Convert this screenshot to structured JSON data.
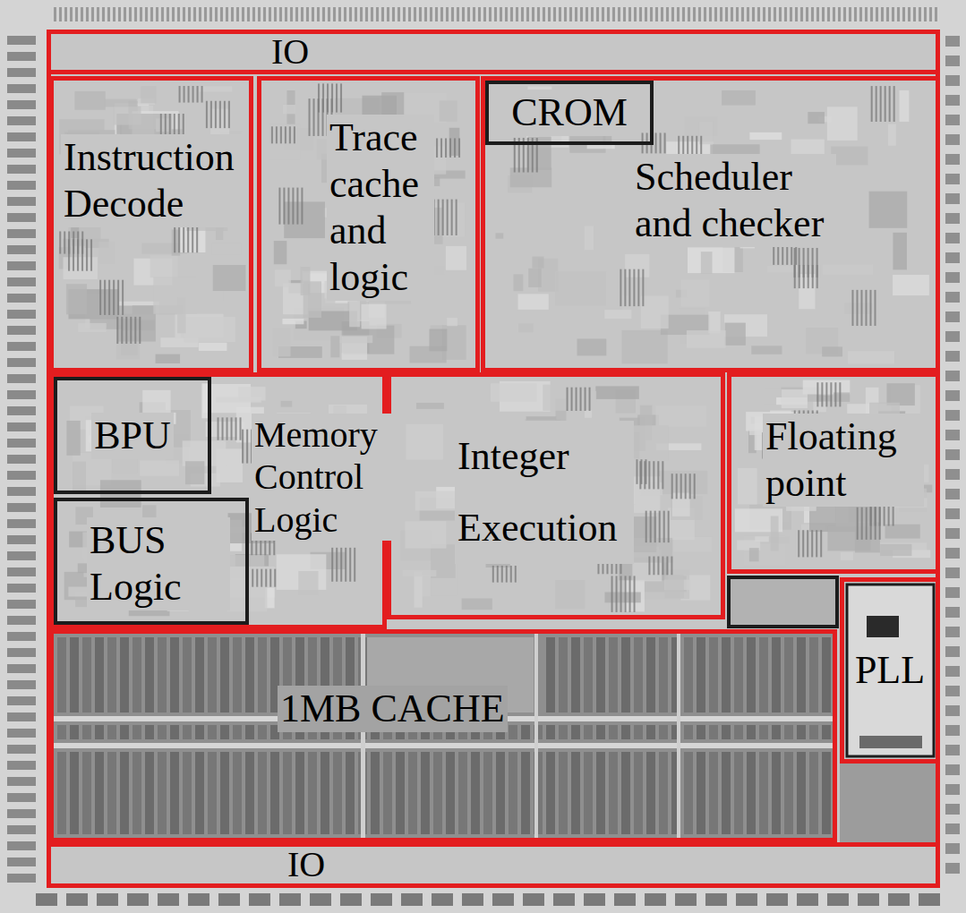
{
  "diagram": {
    "nodes": [
      {
        "text": [
          "IO"
        ]
      },
      {
        "text": [
          "Instruction Decode"
        ]
      },
      {
        "text": [
          "Trace cache and logic"
        ]
      },
      {
        "text": [
          "Scheduler and checker"
        ]
      },
      {
        "text": [
          "CROM"
        ],
        "in": 3
      },
      {
        "text": [
          "Memory Control Logic"
        ]
      },
      {
        "text": [
          "BPU"
        ],
        "in": 5
      },
      {
        "text": [
          "BUS Logic"
        ],
        "in": 5
      },
      {
        "text": [
          "Integer Execution"
        ]
      },
      {
        "text": [
          "Floating point"
        ]
      },
      {
        "text": [
          "1MB CACHE"
        ]
      },
      {
        "text": [
          "PLL"
        ]
      },
      {
        "text": [
          "IO"
        ]
      }
    ]
  }
}
